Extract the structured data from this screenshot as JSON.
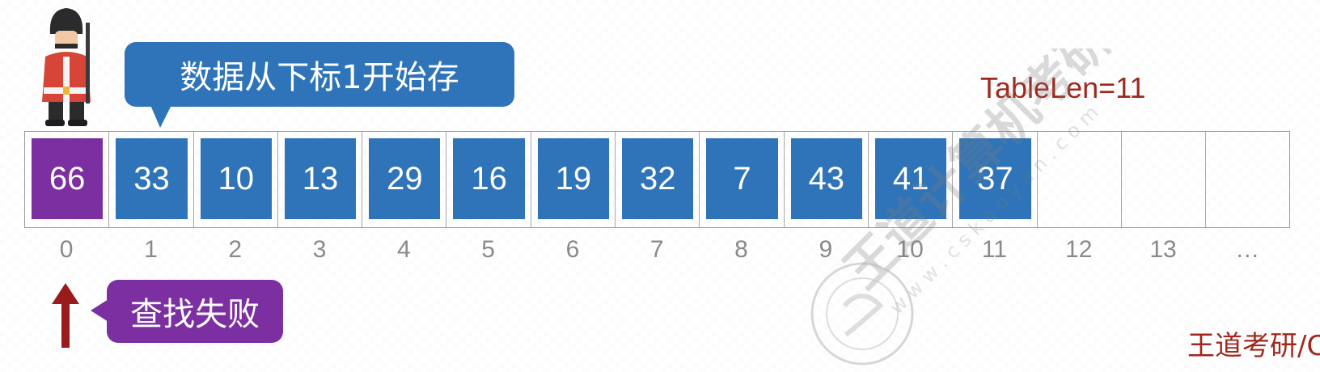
{
  "colors": {
    "blue": "#2f74b8",
    "purple": "#7b2fa0",
    "red": "#a0281c",
    "arrow": "#9a1b1b"
  },
  "callout_top": "数据从下标1开始存",
  "callout_bottom": "查找失败",
  "table_len": "TableLen=11",
  "footer": "王道考研/C",
  "watermark": {
    "cn": "王道计算机考研",
    "url": "w w w . c s k a o y a n . c o m"
  },
  "cells": [
    {
      "value": "66",
      "style": "purple"
    },
    {
      "value": "33",
      "style": "blue"
    },
    {
      "value": "10",
      "style": "blue"
    },
    {
      "value": "13",
      "style": "blue"
    },
    {
      "value": "29",
      "style": "blue"
    },
    {
      "value": "16",
      "style": "blue"
    },
    {
      "value": "19",
      "style": "blue"
    },
    {
      "value": "32",
      "style": "blue"
    },
    {
      "value": "7",
      "style": "blue"
    },
    {
      "value": "43",
      "style": "blue"
    },
    {
      "value": "41",
      "style": "blue"
    },
    {
      "value": "37",
      "style": "blue"
    },
    {
      "value": "",
      "style": "empty"
    },
    {
      "value": "",
      "style": "empty"
    },
    {
      "value": "",
      "style": "empty"
    }
  ],
  "indices": [
    "0",
    "1",
    "2",
    "3",
    "4",
    "5",
    "6",
    "7",
    "8",
    "9",
    "10",
    "11",
    "12",
    "13",
    "…"
  ]
}
